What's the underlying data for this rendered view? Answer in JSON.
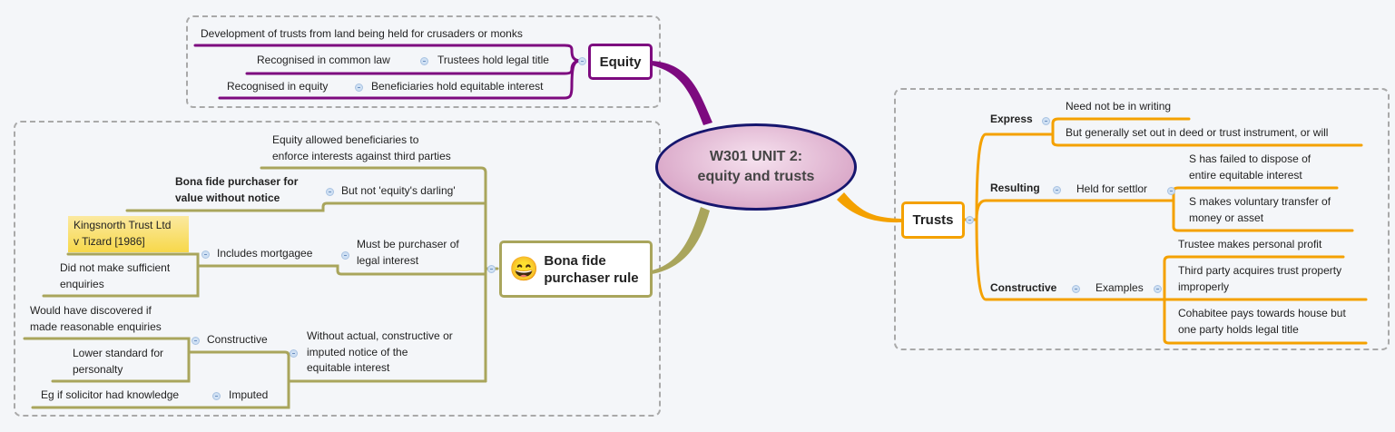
{
  "central": {
    "line1": "W301 UNIT 2:",
    "line2": "equity and trusts"
  },
  "colors": {
    "equity": "#7d0a7f",
    "bona_fide": "#a9a55c",
    "trusts": "#f4a100",
    "central_border": "#16166e"
  },
  "equity": {
    "title": "Equity",
    "items": [
      {
        "text": "Development of trusts from land being held for crusaders or monks"
      },
      {
        "text": "Trustees hold legal title",
        "child": "Recognised in common law"
      },
      {
        "text": "Beneficiaries hold equitable interest",
        "child": "Recognised in equity"
      }
    ]
  },
  "bona_fide": {
    "title_line1": "Bona fide",
    "title_line2": "purchaser rule",
    "icon": "laughing-emoji-icon",
    "items": [
      {
        "line1": "Equity allowed beneficiaries to",
        "line2": "enforce interests against third parties"
      },
      {
        "text": "But not 'equity's darling'",
        "child_line1": "Bona fide purchaser for",
        "child_line2": "value without notice"
      },
      {
        "line1": "Must be purchaser of",
        "line2": "legal interest",
        "child": "Includes mortgagee",
        "grandchildren": [
          {
            "line1": "Kingsnorth Trust Ltd",
            "line2": "v Tizard [1986]"
          },
          {
            "line1": "Did not make sufficient",
            "line2": "enquiries"
          }
        ]
      },
      {
        "line1": "Without actual, constructive or",
        "line2": "imputed notice of the",
        "line3": "equitable interest",
        "children": [
          {
            "text": "Constructive",
            "sub": [
              {
                "line1": "Would have discovered if",
                "line2": "made reasonable enquiries"
              },
              {
                "line1": "Lower standard for",
                "line2": "personalty"
              }
            ]
          },
          {
            "text": "Imputed",
            "sub": [
              {
                "text": "Eg if solicitor had knowledge"
              }
            ]
          }
        ]
      }
    ]
  },
  "trusts": {
    "title": "Trusts",
    "express": {
      "label": "Express",
      "items": [
        "Need not be in writing",
        "But generally set out in deed or trust instrument, or will"
      ]
    },
    "resulting": {
      "label": "Resulting",
      "child": "Held for settlor",
      "items": [
        {
          "line1": "S has failed to dispose of",
          "line2": "entire equitable interest"
        },
        {
          "line1": "S makes voluntary transfer of",
          "line2": "money or asset"
        }
      ]
    },
    "constructive": {
      "label": "Constructive",
      "child": "Examples",
      "items": [
        {
          "line1": "Trustee makes personal profit"
        },
        {
          "line1": "Third party acquires trust property",
          "line2": "improperly"
        },
        {
          "line1": "Cohabitee pays towards house but",
          "line2": "one party holds legal title"
        }
      ]
    }
  }
}
